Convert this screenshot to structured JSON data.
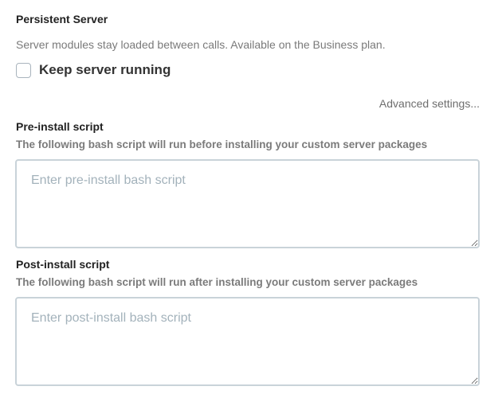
{
  "persistent": {
    "title": "Persistent Server",
    "description": "Server modules stay loaded between calls. Available on the Business plan.",
    "keep_running_label": "Keep server running",
    "keep_running_checked": false
  },
  "advanced": {
    "label": "Advanced settings..."
  },
  "pre_install": {
    "title": "Pre-install script",
    "description": "The following bash script will run before installing your custom server packages",
    "placeholder": "Enter pre-install bash script",
    "value": ""
  },
  "post_install": {
    "title": "Post-install script",
    "description": "The following bash script will run after installing your custom server packages",
    "placeholder": "Enter post-install bash script",
    "value": ""
  },
  "colors": {
    "text_dark": "#222222",
    "text_muted": "#7a7a7a",
    "input_border": "#c9d3d9",
    "placeholder": "#a3b2bb"
  }
}
